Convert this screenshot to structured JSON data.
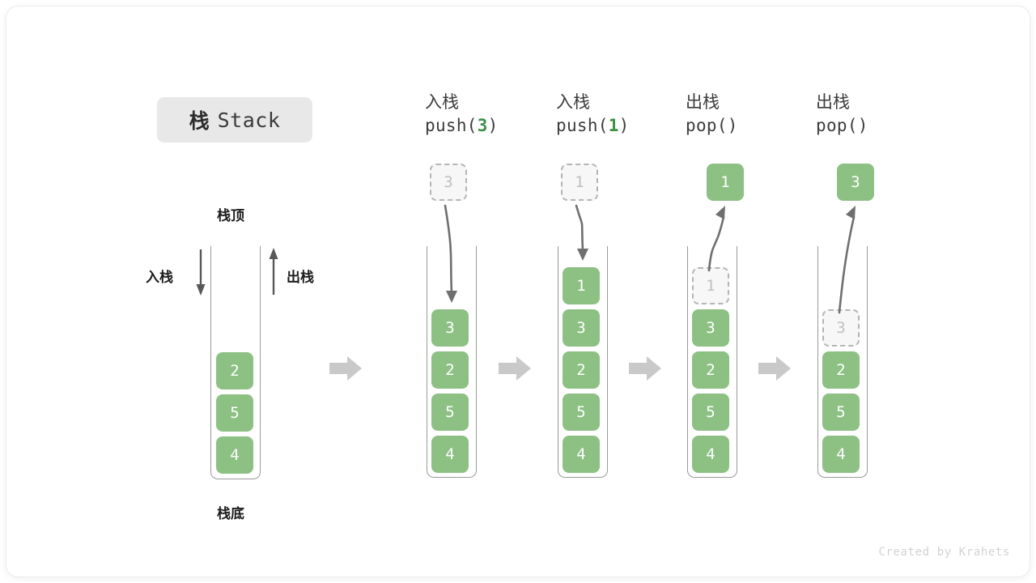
{
  "title": {
    "cn": "栈",
    "en": "Stack"
  },
  "labels": {
    "top": "栈顶",
    "bottom": "栈底",
    "push": "入栈",
    "pop": "出栈"
  },
  "initial_stack": {
    "cells": [
      "2",
      "5",
      "4"
    ]
  },
  "steps": [
    {
      "id": "push-3",
      "head_cn": "入栈",
      "op_prefix": "push(",
      "op_arg": "3",
      "op_suffix": ")",
      "ghost_above": "3",
      "ghost_above_visible": true,
      "popped_value": "",
      "arrow_direction": "down",
      "cells": [
        "3",
        "2",
        "5",
        "4"
      ],
      "ghost_cell_index": -1
    },
    {
      "id": "push-1",
      "head_cn": "入栈",
      "op_prefix": "push(",
      "op_arg": "1",
      "op_suffix": ")",
      "ghost_above": "1",
      "ghost_above_visible": true,
      "popped_value": "",
      "arrow_direction": "down",
      "cells": [
        "1",
        "3",
        "2",
        "5",
        "4"
      ],
      "ghost_cell_index": -1
    },
    {
      "id": "pop-1",
      "head_cn": "出栈",
      "op_prefix": "pop(",
      "op_arg": "",
      "op_suffix": ")",
      "ghost_above": "",
      "ghost_above_visible": false,
      "popped_value": "1",
      "arrow_direction": "up",
      "cells": [
        "1",
        "3",
        "2",
        "5",
        "4"
      ],
      "ghost_cell_index": 0
    },
    {
      "id": "pop-3",
      "head_cn": "出栈",
      "op_prefix": "pop(",
      "op_arg": "",
      "op_suffix": ")",
      "ghost_above": "",
      "ghost_above_visible": false,
      "popped_value": "3",
      "arrow_direction": "up",
      "cells": [
        "3",
        "2",
        "5",
        "4"
      ],
      "ghost_cell_index": 0
    }
  ],
  "footer": "Created by Krahets",
  "colors": {
    "cell_green": "#8cc183",
    "accent_green": "#3f8f48",
    "ghost_fill": "#f7f7f7",
    "ghost_border": "#b4b4b4",
    "rail": "#9a9a9a",
    "flow_arrow": "#c9c9c9",
    "badge_bg": "#e8e8e8"
  }
}
